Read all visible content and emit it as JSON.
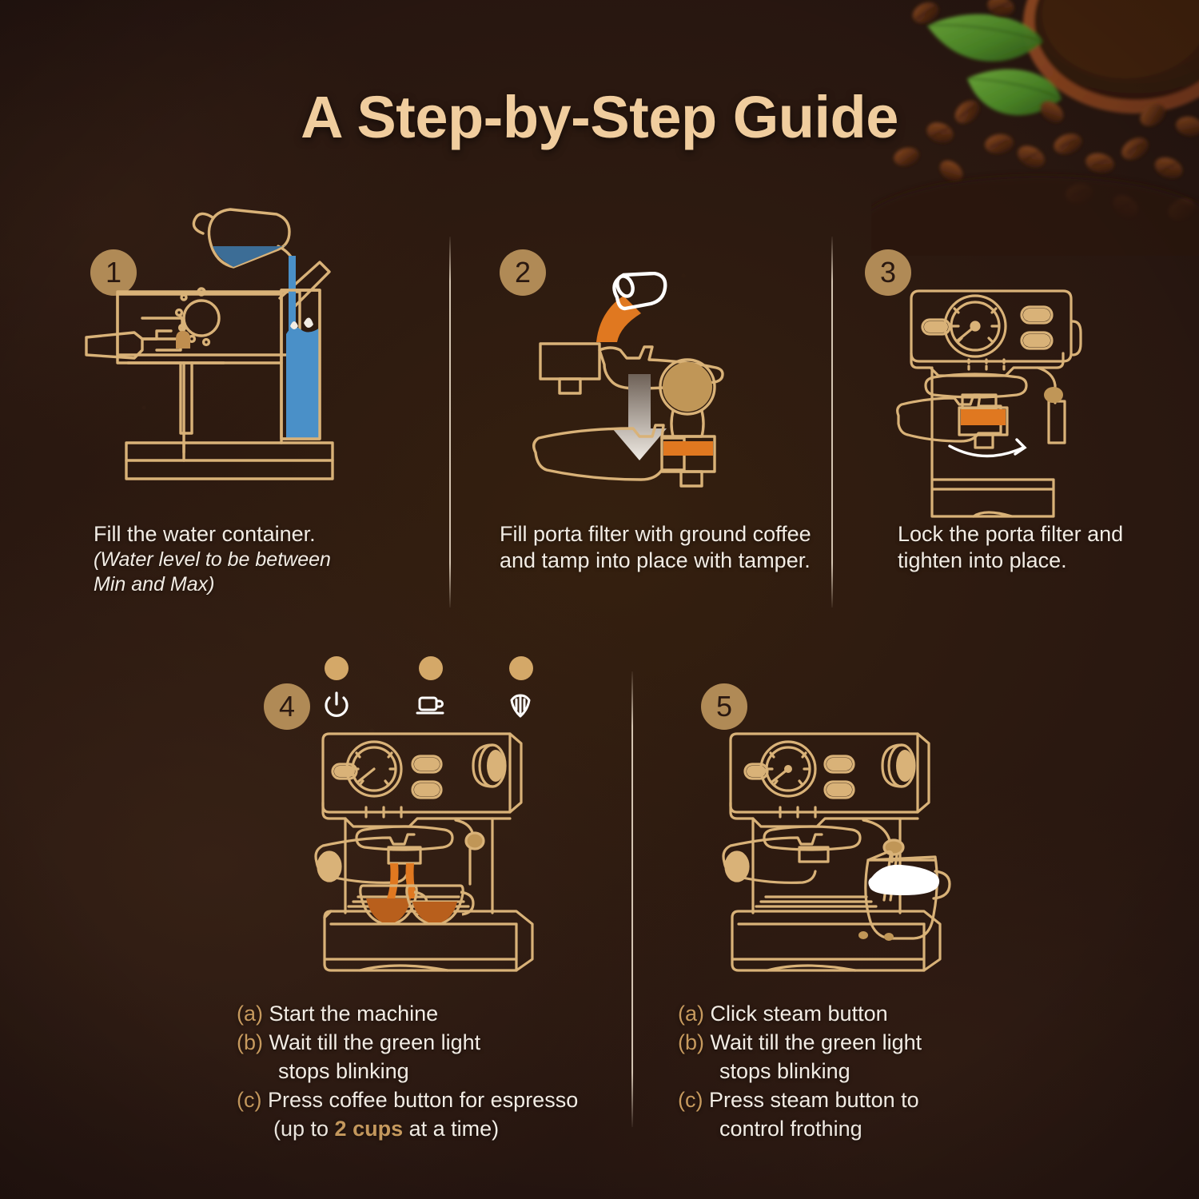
{
  "title": "A Step-by-Step Guide",
  "theme": {
    "background": "#2a1810",
    "gold": "#c79a5e",
    "circle_fill": "#b08a56",
    "outline": "#d9b278",
    "text": "#f2ece4",
    "title_color": "#f0cd9e",
    "water_blue": "#4a90c8",
    "water_blue_dark": "#3c6d96",
    "coffee_orange": "#e07820",
    "crema": "#b85f1c",
    "milk_white": "#ffffff",
    "divider": "#f0e1cd"
  },
  "steps": [
    {
      "number": "1",
      "caption": "Fill the water container.",
      "sub": "(Water level to be between\nMin and Max)",
      "illustration": "espresso-machine-water-fill"
    },
    {
      "number": "2",
      "caption": "Fill porta filter with ground\ncoffee and tamp into place\nwith tamper.",
      "sub": "",
      "illustration": "portafilter-grounds-tamper"
    },
    {
      "number": "3",
      "caption": "Lock the porta filter\nand tighten into place.",
      "sub": "",
      "illustration": "espresso-machine-lock-portafilter"
    },
    {
      "number": "4",
      "illustration": "espresso-machine-two-cups",
      "indicator_icons": [
        "power-icon",
        "coffee-cup-icon",
        "steam-icon"
      ],
      "items": [
        {
          "marker": "(a)",
          "text": "Start the machine"
        },
        {
          "marker": "(b)",
          "text": "Wait till the green light",
          "cont": "stops blinking"
        },
        {
          "marker": "(c)",
          "text": "Press coffee button for espresso",
          "cont_pre": "(up to ",
          "cont_hl": "2 cups",
          "cont_post": " at a time)"
        }
      ]
    },
    {
      "number": "5",
      "illustration": "espresso-machine-steam-frothing",
      "items": [
        {
          "marker": "(a)",
          "text": "Click steam button"
        },
        {
          "marker": "(b)",
          "text": "Wait till the green light",
          "cont": "stops blinking"
        },
        {
          "marker": "(c)",
          "text": "Press steam button to",
          "cont": "control frothing"
        }
      ]
    }
  ]
}
